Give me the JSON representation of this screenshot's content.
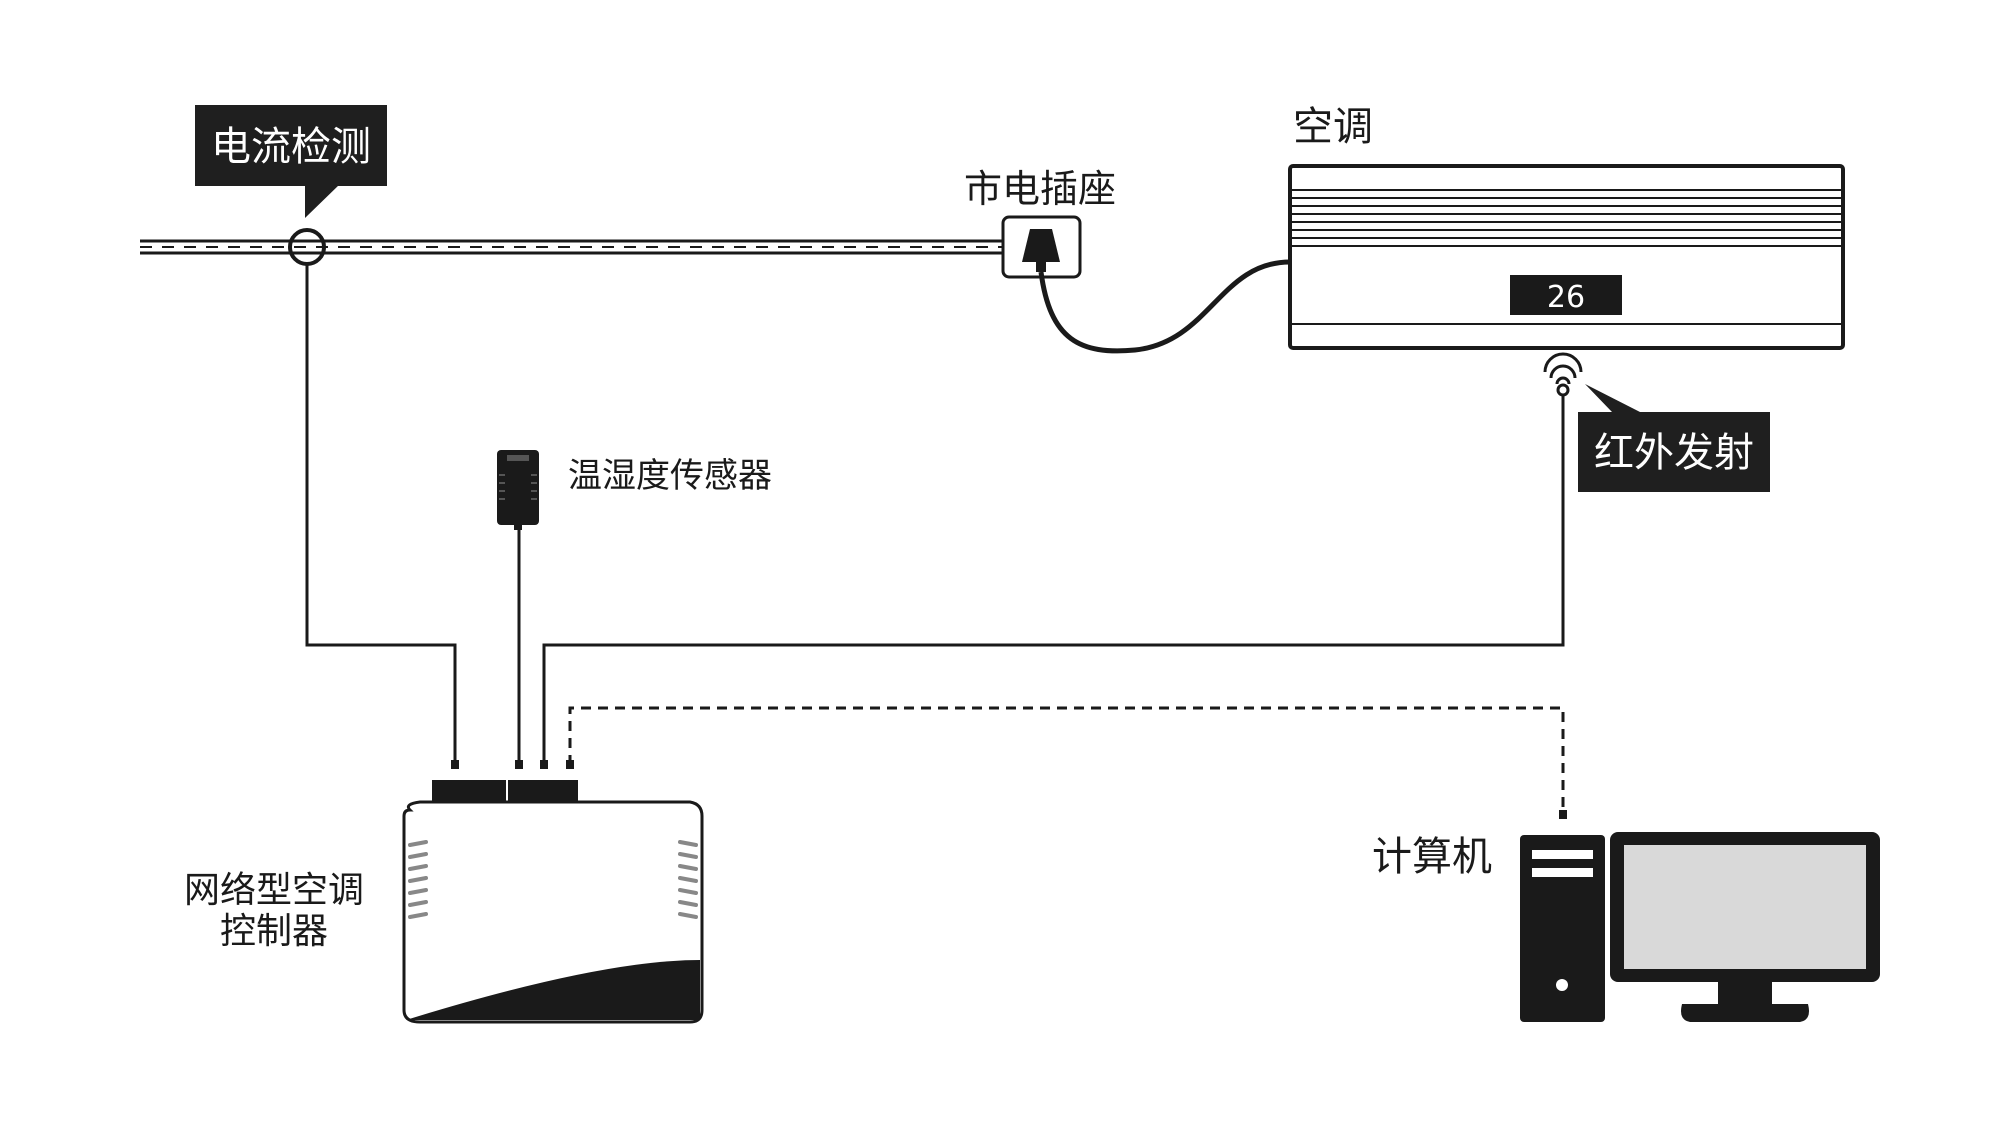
{
  "labels": {
    "current_detect": "电流检测",
    "outlet": "市电插座",
    "air_conditioner": "空调",
    "ac_display": "26",
    "ir_emitter": "红外发射",
    "th_sensor": "温湿度传感器",
    "controller_line1": "网络型空调",
    "controller_line2": "控制器",
    "computer": "计算机"
  },
  "colors": {
    "line": "#1a1a1a",
    "callout_bg": "#1f1f1f",
    "callout_text": "#ffffff",
    "monitor_screen": "#d9d9d9"
  }
}
